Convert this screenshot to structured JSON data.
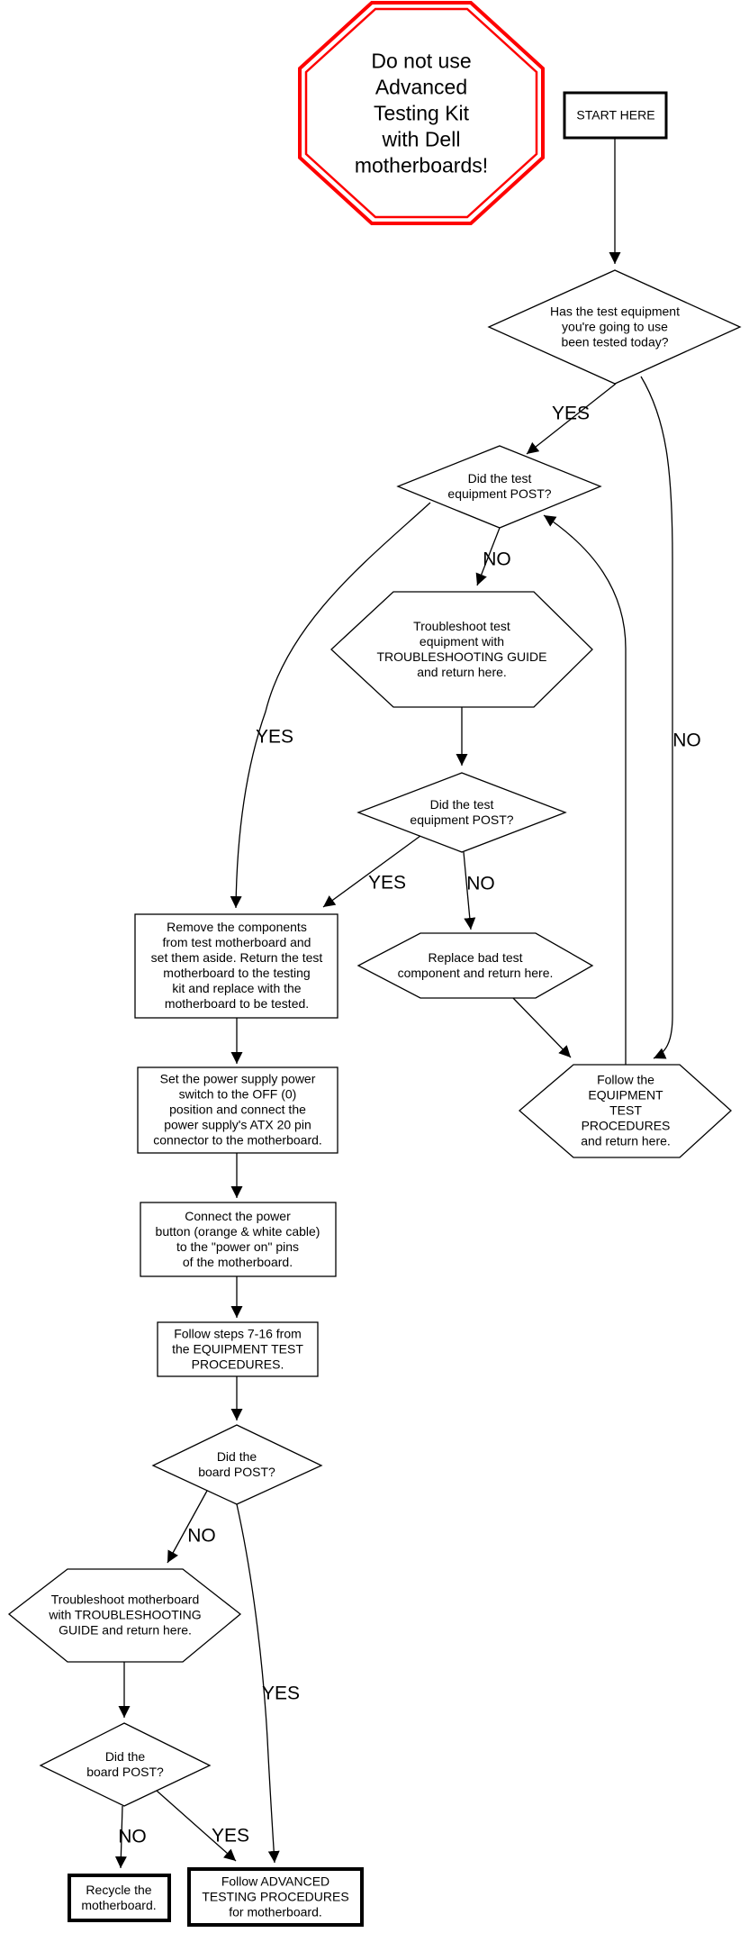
{
  "colors": {
    "stop_sign_red": "#fe0000",
    "line": "#000000",
    "text": "#000000",
    "background": "#ffffff"
  },
  "stop_sign": {
    "text": "Do not use\nAdvanced\nTesting Kit\nwith Dell\nmotherboards!"
  },
  "nodes": {
    "start_here": "START HERE",
    "has_tested": "Has the test equipment\nyou're going to use\nbeen tested today?",
    "did_post_1": "Did the test\nequipment POST?",
    "troubleshoot_equipment": "Troubleshoot test\nequipment with\nTROUBLESHOOTING GUIDE\nand return here.",
    "did_post_2": "Did the test\nequipment POST?",
    "remove_components": "Remove the components\nfrom test motherboard and\nset them aside. Return the test\nmotherboard to the testing\nkit and replace with the\nmotherboard to be tested.",
    "replace_component": "Replace bad test\ncomponent and return here.",
    "equipment_test": "Follow the EQUIPMENT\nTEST PROCEDURES\nand return here.",
    "set_power_supply": "Set the power supply power\nswitch to the OFF (0)\nposition and connect the\npower supply's ATX 20 pin\nconnector to the motherboard.",
    "connect_power_button": "Connect the power\nbutton (orange & white cable)\nto the \"power on\" pins\nof the motherboard.",
    "follow_steps": "Follow steps 7-16 from\nthe EQUIPMENT TEST\nPROCEDURES.",
    "did_board_post_1": "Did the\nboard POST?",
    "troubleshoot_motherboard": "Troubleshoot motherboard\nwith TROUBLESHOOTING\nGUIDE and return here.",
    "did_board_post_2": "Did the\nboard POST?",
    "recycle": "Recycle the\nmotherboard.",
    "advanced_testing": "Follow ADVANCED\nTESTING PROCEDURES\nfor motherboard."
  },
  "edge_labels": {
    "tested_yes": "YES",
    "tested_no": "NO",
    "post1_no": "NO",
    "post1_yes": "YES",
    "post2_yes": "YES",
    "post2_no": "NO",
    "board1_no": "NO",
    "board1_yes": "YES",
    "board2_no": "NO",
    "board2_yes": "YES"
  }
}
